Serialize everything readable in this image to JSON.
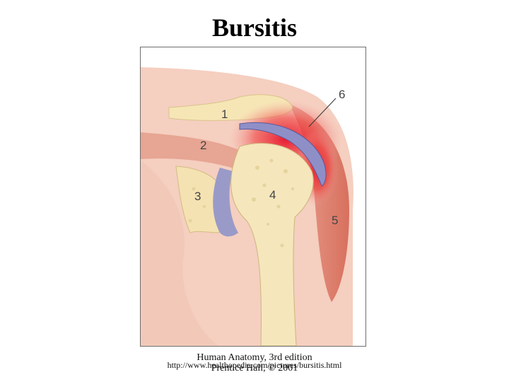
{
  "slide": {
    "title": "Bursitis"
  },
  "figure": {
    "labels": [
      "1",
      "2",
      "3",
      "4",
      "5",
      "6"
    ]
  },
  "caption": {
    "line1": "Human Anatomy, 3rd edition",
    "url": "http://www.healthopedia.com/pictures/bursitis.html",
    "line3": "Prentice Hall, © 2001"
  }
}
